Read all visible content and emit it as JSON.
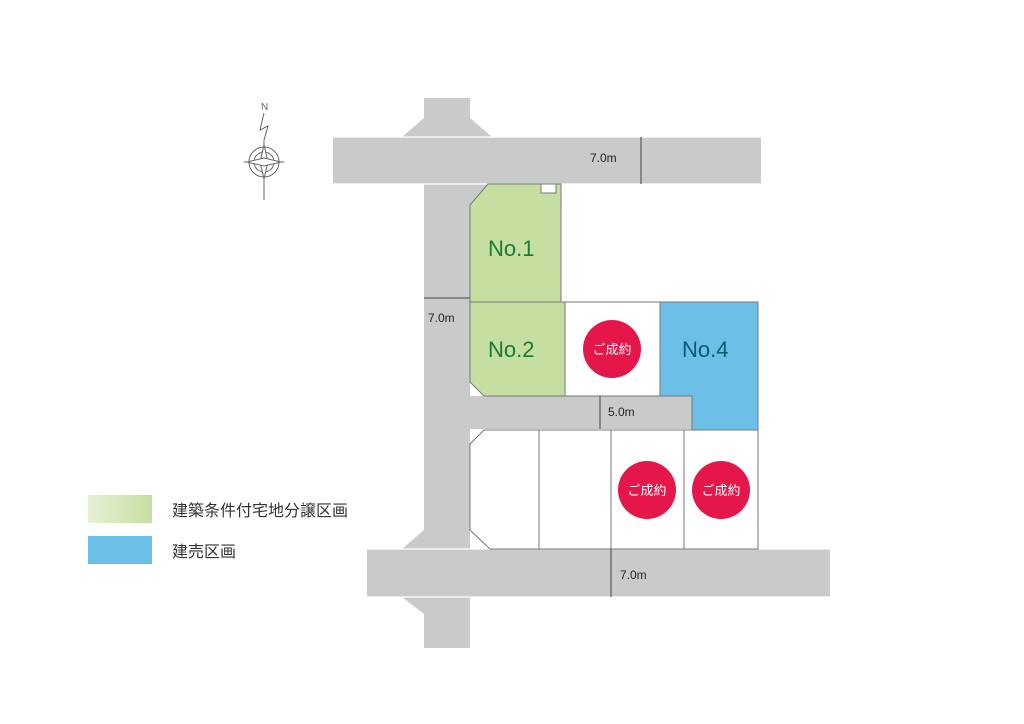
{
  "compass": {
    "north_label": "N"
  },
  "roads": {
    "north_width": "7.0m",
    "west_width": "7.0m",
    "inner_width": "5.0m",
    "south_width": "7.0m"
  },
  "lots": {
    "no1": {
      "label": "No.1"
    },
    "no2": {
      "label": "No.2"
    },
    "no4": {
      "label": "No.4"
    }
  },
  "sold_badges": [
    "ご成約",
    "ご成約",
    "ご成約"
  ],
  "legend": [
    {
      "label": "建築条件付宅地分譲区画",
      "color": "#c5dfa0"
    },
    {
      "label": "建売区画",
      "color": "#6cc0e8"
    }
  ],
  "colors": {
    "road": "#c9caca",
    "lot_conditional": "#c5dfa0",
    "lot_ready_built": "#6cc0e8",
    "sold_badge": "#e5174a",
    "lot_label_green": "#1a7a3a",
    "lot_label_blue": "#0c5a6e"
  }
}
